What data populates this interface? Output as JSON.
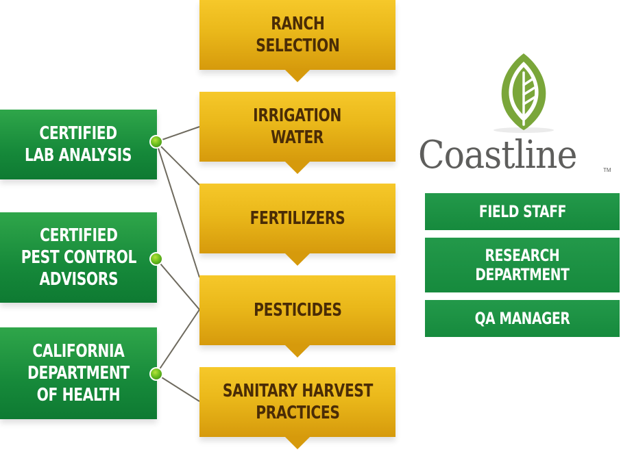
{
  "flow_steps": [
    {
      "label": "RANCH\nSELECTION"
    },
    {
      "label": "IRRIGATION\nWATER"
    },
    {
      "label": "FERTILIZERS"
    },
    {
      "label": "PESTICIDES"
    },
    {
      "label": "SANITARY HARVEST\nPRACTICES"
    }
  ],
  "sources": [
    {
      "label": "CERTIFIED\nLAB ANALYSIS"
    },
    {
      "label": "CERTIFIED\nPEST CONTROL\nADVISORS"
    },
    {
      "label": "CALIFORNIA\nDEPARTMENT\nOF HEALTH"
    }
  ],
  "brand": {
    "name": "Coastline",
    "trademark": "TM"
  },
  "roles": [
    {
      "label": "FIELD STAFF"
    },
    {
      "label": "RESEARCH\nDEPARTMENT"
    },
    {
      "label": "QA MANAGER"
    }
  ],
  "colors": {
    "gold": "#eab81a",
    "gold_text": "#4a2c06",
    "green": "#16893a",
    "leaf_green": "#7aa63a",
    "brand_gray": "#5e5e5c"
  },
  "icons": {
    "node": "connector-dot-icon",
    "logo": "leaf-logo-icon"
  }
}
